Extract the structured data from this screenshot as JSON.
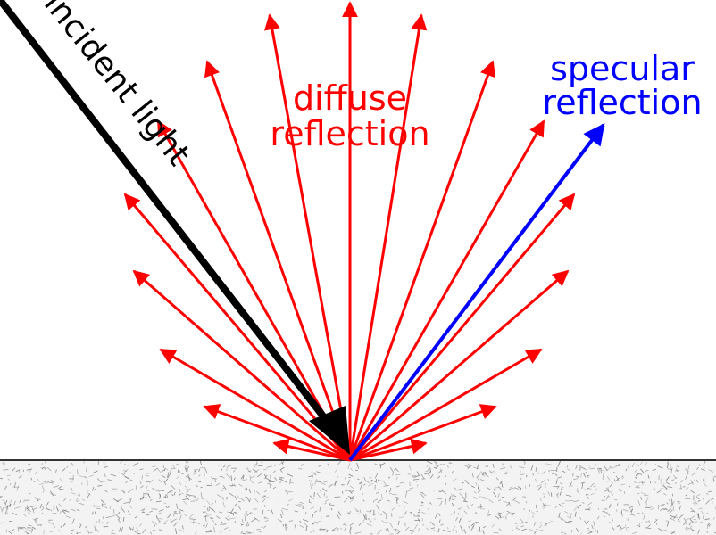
{
  "labels": {
    "incident": "incident light",
    "diffuse_line1": "diffuse",
    "diffuse_line2": "reflection",
    "specular_line1": "specular",
    "specular_line2": "reflection"
  },
  "colors": {
    "incident": "#000000",
    "diffuse": "#ff0000",
    "specular": "#0000ff",
    "surface_line": "#333333",
    "surface_texture": "#777777",
    "background": "#ffffff"
  },
  "elements": {
    "surface": "rough surface",
    "incident_ray": "incident light ray",
    "diffuse_rays": "diffuse reflection rays",
    "specular_ray": "specular reflection ray"
  }
}
